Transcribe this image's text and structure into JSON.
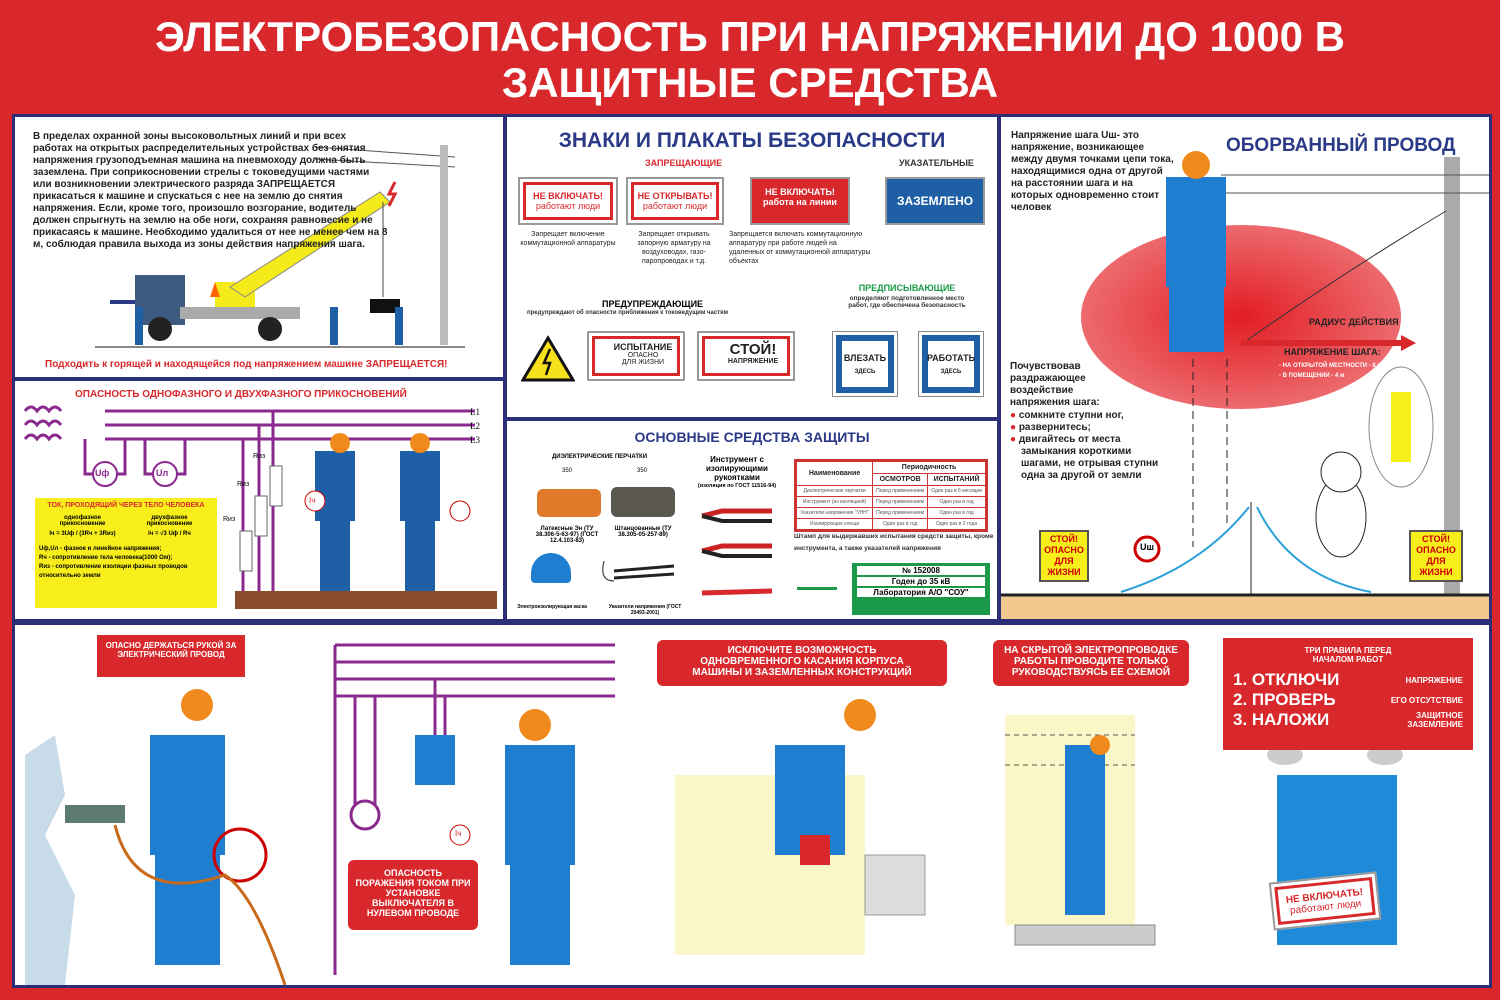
{
  "title": {
    "line1": "ЭЛЕКТРОБЕЗОПАСНОСТЬ ПРИ НАПРЯЖЕНИИ ДО 1000 В",
    "line2": "ЗАЩИТНЫЕ СРЕДСТВА"
  },
  "crane": {
    "text": "В пределах охранной зоны высоковольтных линий и при всех работах на открытых распределительных устройствах без снятия напряжения грузоподъемная машина на пневмоходу должна быть заземлена. При соприкосновении стрелы с токоведущими частями или возникновении электрического разряда ЗАПРЕЩАЕТСЯ прикасаться к машине и спускаться с нее на землю до снятия напряжения. Если, кроме того, произошло возгорание, водитель должен спрыгнуть на землю на обе ноги, сохраняя равновесие и не прикасаясь к машине. Необходимо удалиться от нее не менее чем на 8 м, соблюдая правила выхода из зоны действия напряжения шага.",
    "warning": "Подходить к горящей и находящейся под напряжением машине ЗАПРЕЩАЕТСЯ!"
  },
  "phase": {
    "heading": "ОПАСНОСТЬ ОДНОФАЗНОГО И ДВУХФАЗНОГО ПРИКОСНОВЕНИЙ",
    "lines": [
      "L1",
      "L2",
      "L3"
    ],
    "uf": "Uф",
    "ul": "Uл",
    "r_labels": [
      "Rиз",
      "Rиз",
      "Rиз"
    ],
    "ich": "Iч",
    "box": {
      "title": "ТОК, ПРОХОДЯЩИЙ ЧЕРЕЗ ТЕЛО ЧЕЛОВЕКА",
      "single_label": "однофазное прикосновение",
      "single_formula": "Iч = 3Uф / (3Rч + 3Rиз)",
      "double_label": "двухфазное прикосновение",
      "double_formula": "Iч = √3 Uф / Rч",
      "legend": [
        "Uф,Uл - фазное и линейное напряжения;",
        "Rч - сопротивление тела человека(1000 Ом);",
        "Rиз - сопротивление изоляции фазных проводов относительно земли"
      ]
    }
  },
  "signs": {
    "heading": "ЗНАКИ И ПЛАКАТЫ БЕЗОПАСНОСТИ",
    "prohibit": "ЗАПРЕЩАЮЩИЕ",
    "indicate": "УКАЗАТЕЛЬНЫЕ",
    "s1": {
      "a": "НЕ ВКЛЮЧАТЬ!",
      "b": "работают люди",
      "d": "Запрещает включение коммутационной аппаратуры"
    },
    "s2": {
      "a": "НЕ ОТКРЫВАТЬ!",
      "b": "работают люди",
      "d": "Запрещает открывать запорную арматуру на воздуховодах, газо- паропроводах и т.д."
    },
    "s3": {
      "a": "НЕ ВКЛЮЧАТЬ!",
      "b": "работа на линии",
      "d": "Запрещается включать коммутационную аппаратуру при работе людей на удаленных от коммутационной аппаратуры объектах"
    },
    "s4": "ЗАЗЕМЛЕНО",
    "warn": "ПРЕДУПРЕЖДАЮЩИЕ",
    "warn_d": "предупреждают об опасности приближения к токоведущим частям",
    "w1": {
      "a": "ИСПЫТАНИЕ",
      "b": "ОПАСНО",
      "c": "ДЛЯ ЖИЗНИ"
    },
    "w2": {
      "a": "СТОЙ!",
      "b": "НАПРЯЖЕНИЕ"
    },
    "presc": "ПРЕДПИСЫВАЮЩИЕ",
    "presc_d": "определяют подготовленное место работ, где обеспечена безопасность",
    "p1": {
      "a": "ВЛЕЗАТЬ",
      "b": "ЗДЕСЬ"
    },
    "p2": {
      "a": "РАБОТАТЬ",
      "b": "ЗДЕСЬ"
    }
  },
  "protect": {
    "heading": "ОСНОВНЫЕ СРЕДСТВА ЗАЩИТЫ",
    "gloves": "ДИЭЛЕКТРИЧЕСКИЕ ПЕРЧАТКИ",
    "dim1": "350",
    "dim2": "350",
    "g1": "Латексные Эн (ТУ 38.306-5-63-97) (ГОСТ 12.4.103-83)",
    "g2": "Штанцованные (ТУ 38.305-05-257-89)",
    "tools": "Инструмент с изолирующими рукоятками",
    "tools_note": "(изоляция по ГОСТ 11516-94)",
    "helmet": "Электроизолирующая каска",
    "tester": "Указатели напряжения (ГОСТ 20493-2001)",
    "table": {
      "h_name": "Наименование",
      "h_period": "Периодичность",
      "h_insp": "ОСМОТРОВ",
      "h_test": "ИСПЫТАНИЙ",
      "rows": [
        [
          "Диэлектрические перчатки",
          "Перед применением",
          "Один раз в 6 месяцев"
        ],
        [
          "Инструмент (из изоляцией)",
          "Перед применением",
          "Один раз в год"
        ],
        [
          "Указатели напряжения \"УНН\"",
          "Перед применением",
          "Один раз в год"
        ],
        [
          "Изолирующие клещи",
          "Один раз в год",
          "Один раз в 2 года"
        ]
      ]
    },
    "stamp_note": "Штамп для выдержавших испытания средств защиты, кроме инструмента, а также указателей напряжения",
    "stamp": [
      "№ 152008",
      "Годен до 35 кВ",
      "Лаборатория А/О \"СОУ\""
    ]
  },
  "step": {
    "def": "Напряжение шага Uш- это напряжение, возникающее между двумя точками цепи тока, находящимися одна от другой на расстоянии шага и на которых одновременно стоит человек",
    "heading": "ОБОРВАННЫЙ ПРОВОД",
    "radius": "РАДИУС ДЕЙСТВИЯ",
    "sv": "НАПРЯЖЕНИЕ ШАГА:",
    "sv1": "- НА ОТКРЫТОЙ МЕСТНОСТИ - 8 м",
    "sv2": "- В ПОМЕЩЕНИИ - 4 м",
    "advice": "Почувствовав раздражающее воздействие напряжения шага:",
    "bullets": [
      "сомкните ступни ног,",
      "развернитесь;",
      "двигайтесь от места замыкания короткими шагами, не отрывая ступни одна за другой от земли"
    ],
    "uш": "Uш",
    "stop": "СТОЙ! ОПАСНО ДЛЯ ЖИЗНИ"
  },
  "bottom": {
    "b1": "ОПАСНО ДЕРЖАТЬСЯ РУКОЙ ЗА ЭЛЕКТРИЧЕСКИЙ ПРОВОД",
    "b2": "ОПАСНОСТЬ ПОРАЖЕНИЯ ТОКОМ ПРИ УСТАНОВКЕ ВЫКЛЮЧАТЕЛЯ В НУЛЕВОМ ПРОВОДЕ",
    "ich": "Iч",
    "b3": "ИСКЛЮЧИТЕ ВОЗМОЖНОСТЬ ОДНОВРЕМЕННОГО КАСАНИЯ КОРПУСА МАШИНЫ И ЗАЗЕМЛЕННЫХ КОНСТРУКЦИЙ",
    "b4": "НА СКРЫТОЙ ЭЛЕКТРОПРОВОДКЕ РАБОТЫ ПРОВОДИТЕ ТОЛЬКО РУКОВОДСТВУЯСЬ ЕЕ СХЕМОЙ",
    "rules": {
      "title": "ТРИ ПРАВИЛА ПЕРЕД НАЧАЛОМ РАБОТ",
      "items": [
        {
          "a": "1. ОТКЛЮЧИ",
          "b": "НАПРЯЖЕНИЕ"
        },
        {
          "a": "2. ПРОВЕРЬ",
          "b": "ЕГО ОТСУТСТВИЕ"
        },
        {
          "a": "3. НАЛОЖИ",
          "b": "ЗАЩИТНОЕ ЗАЗЕМЛЕНИЕ"
        }
      ]
    },
    "cab_a": "НЕ ВКЛЮЧАТЬ!",
    "cab_b": "работают люди"
  },
  "colors": {
    "red": "#d8282c",
    "navy": "#2b2f78",
    "blue": "#1f5fa6",
    "yellow": "#f7ee1c",
    "purple": "#8b2a8e",
    "green": "#1a9a48"
  }
}
